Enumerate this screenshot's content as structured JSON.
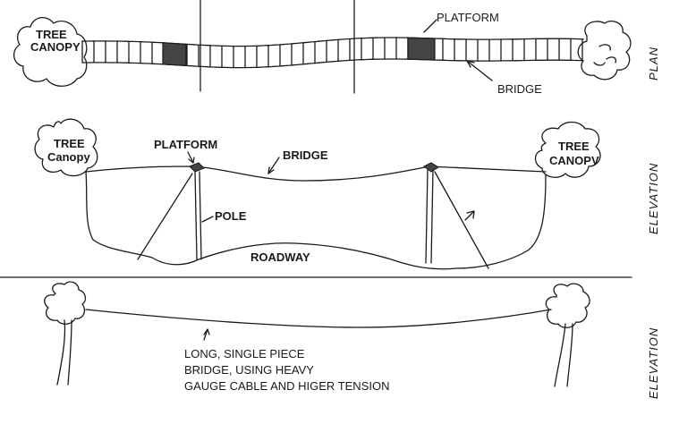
{
  "plan": {
    "tree_canopy_label_1": "TREE",
    "tree_canopy_label_2": "CANOPY",
    "platform_label": "PLATFORM",
    "bridge_label": "BRIDGE",
    "view_label": "PLAN"
  },
  "elevation_top": {
    "left_canopy_1": "TREE",
    "left_canopy_2": "Canopy",
    "right_canopy_1": "TREE",
    "right_canopy_2": "CANOPV",
    "platform_label": "PLATFORM",
    "bridge_label": "BRIDGE",
    "pole_label": "POLE",
    "roadway_label": "ROADWAY",
    "view_label": "ELEVATION"
  },
  "elevation_bottom": {
    "note_line_1": "LONG, SINGLE PIECE",
    "note_line_2": "BRIDGE, USING HEAVY",
    "note_line_3": "GAUGE CABLE AND HIGER TENSION",
    "view_label": "ELEVATION"
  },
  "colors": {
    "ink": "#1a1a1a",
    "platform_fill": "#444444",
    "background": "#ffffff"
  }
}
